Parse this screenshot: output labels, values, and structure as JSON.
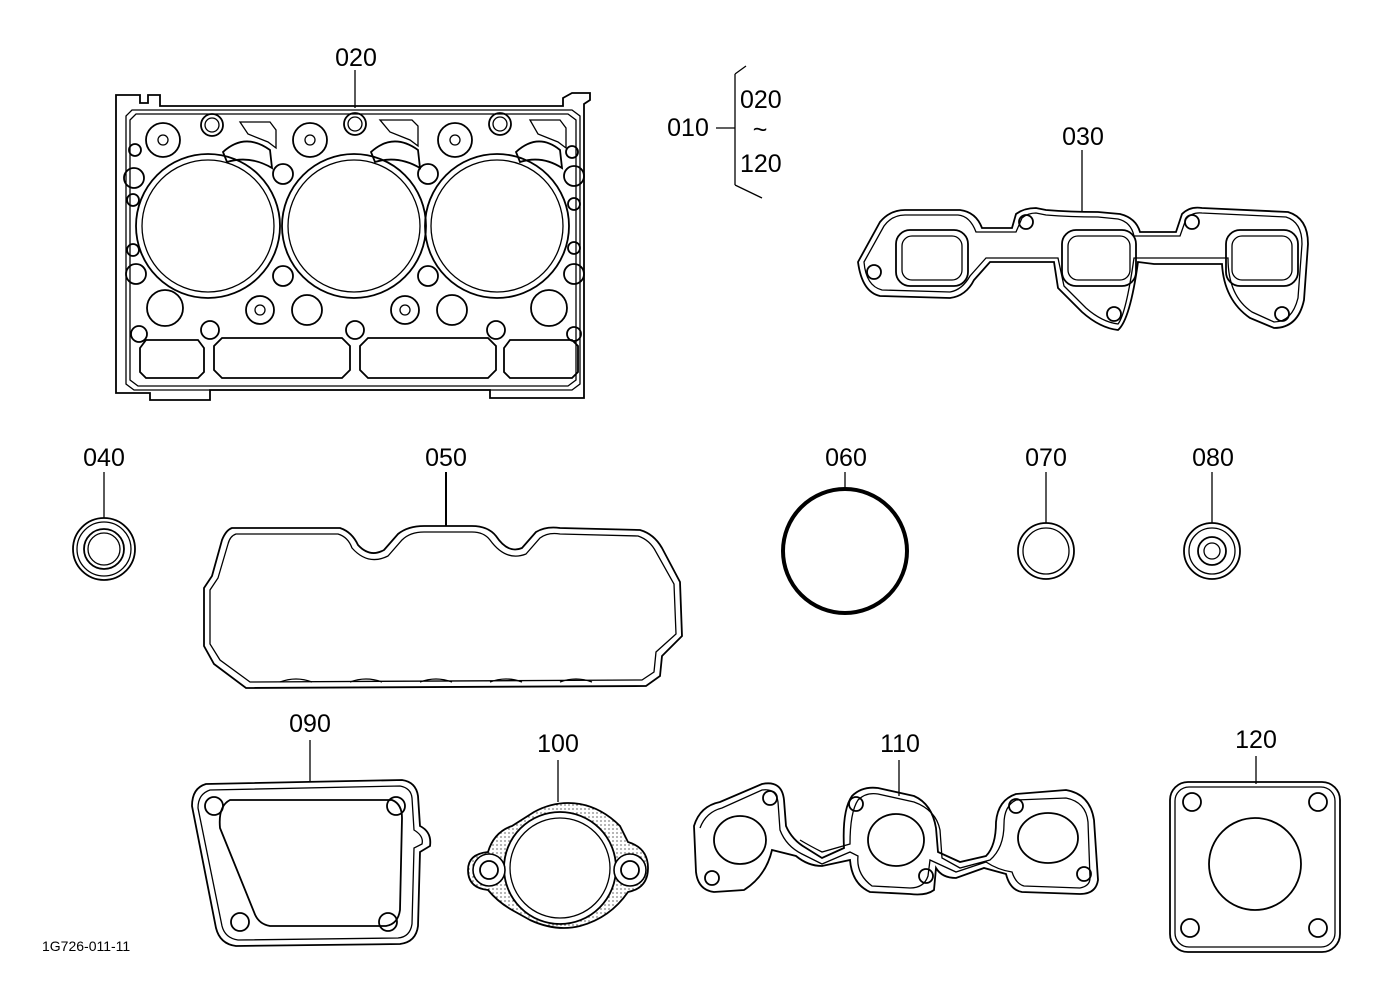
{
  "figure_code": "1G726-011-11",
  "kit": {
    "label": "010",
    "range_start": "020",
    "range_sep": "~",
    "range_end": "120"
  },
  "parts": [
    {
      "id": "020"
    },
    {
      "id": "030"
    },
    {
      "id": "040"
    },
    {
      "id": "050"
    },
    {
      "id": "060"
    },
    {
      "id": "070"
    },
    {
      "id": "080"
    },
    {
      "id": "090"
    },
    {
      "id": "100"
    },
    {
      "id": "110"
    },
    {
      "id": "120"
    }
  ]
}
